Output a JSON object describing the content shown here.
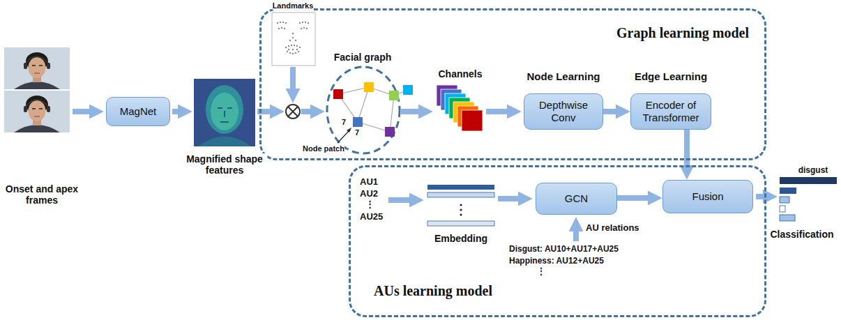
{
  "diagram": {
    "nodes": [
      {
        "text": [
          "MagNet"
        ]
      },
      {
        "text": [
          "Graph learning model"
        ]
      },
      {
        "text": [
          "Node Learning",
          "Depthwise Conv"
        ],
        "in": 1
      },
      {
        "text": [
          "Edge Learning",
          "Encoder of Transformer"
        ],
        "in": 1
      },
      {
        "text": [
          "AUs learning model"
        ]
      },
      {
        "text": [
          "GCN"
        ],
        "in": 4
      },
      {
        "text": [
          "Fusion"
        ],
        "in": 4
      }
    ],
    "edges": [
      {
        "from": 2,
        "to": 3,
        "arrow": "to"
      },
      {
        "from": 3,
        "to": 6,
        "arrow": "to"
      },
      {
        "from": 5,
        "to": 6,
        "arrow": "to"
      }
    ],
    "labels": [
      "Onset and apex frames",
      "Magnified shape features",
      "Landmarks",
      "Facial graph",
      "7",
      "7",
      "Node patch",
      "Channels",
      "AU1",
      "AU2",
      "⋮",
      "AU25",
      "Embedding",
      "AU relations",
      "Disgust: AU10+AU17+AU25",
      "Happiness: AU12+AU25",
      "⋮",
      "Classification",
      "disgust"
    ]
  }
}
